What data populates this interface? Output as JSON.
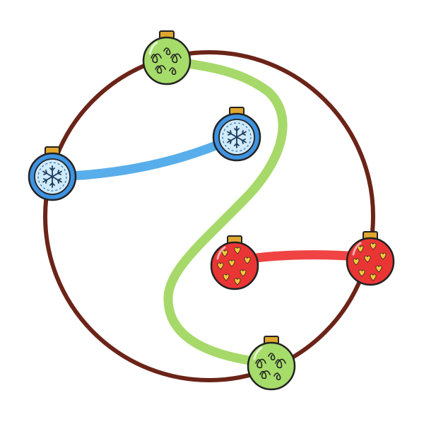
{
  "puzzle": {
    "ring_color": "#6b2418",
    "connections": [
      {
        "id": "green",
        "color": "#a6d96a",
        "from": "green-ornament-top",
        "to": "green-ornament-bottom"
      },
      {
        "id": "blue",
        "color": "#58aeea",
        "from": "blue-ornament-left",
        "to": "blue-ornament-inner"
      },
      {
        "id": "red",
        "color": "#f04343",
        "from": "red-ornament-inner",
        "to": "red-ornament-right"
      }
    ],
    "ornaments": [
      {
        "id": "green-ornament-top",
        "pattern": "swirl",
        "color": "#a6dc6a",
        "on_ring": true
      },
      {
        "id": "blue-ornament-inner",
        "pattern": "snowflake",
        "color": "#3f93e0",
        "on_ring": false
      },
      {
        "id": "blue-ornament-left",
        "pattern": "snowflake",
        "color": "#3f93e0",
        "on_ring": true
      },
      {
        "id": "red-ornament-inner",
        "pattern": "hearts",
        "color": "#ea3535",
        "on_ring": false
      },
      {
        "id": "red-ornament-right",
        "pattern": "hearts",
        "color": "#ea3535",
        "on_ring": true
      },
      {
        "id": "green-ornament-bottom",
        "pattern": "swirl",
        "color": "#a6dc6a",
        "on_ring": true
      }
    ]
  }
}
